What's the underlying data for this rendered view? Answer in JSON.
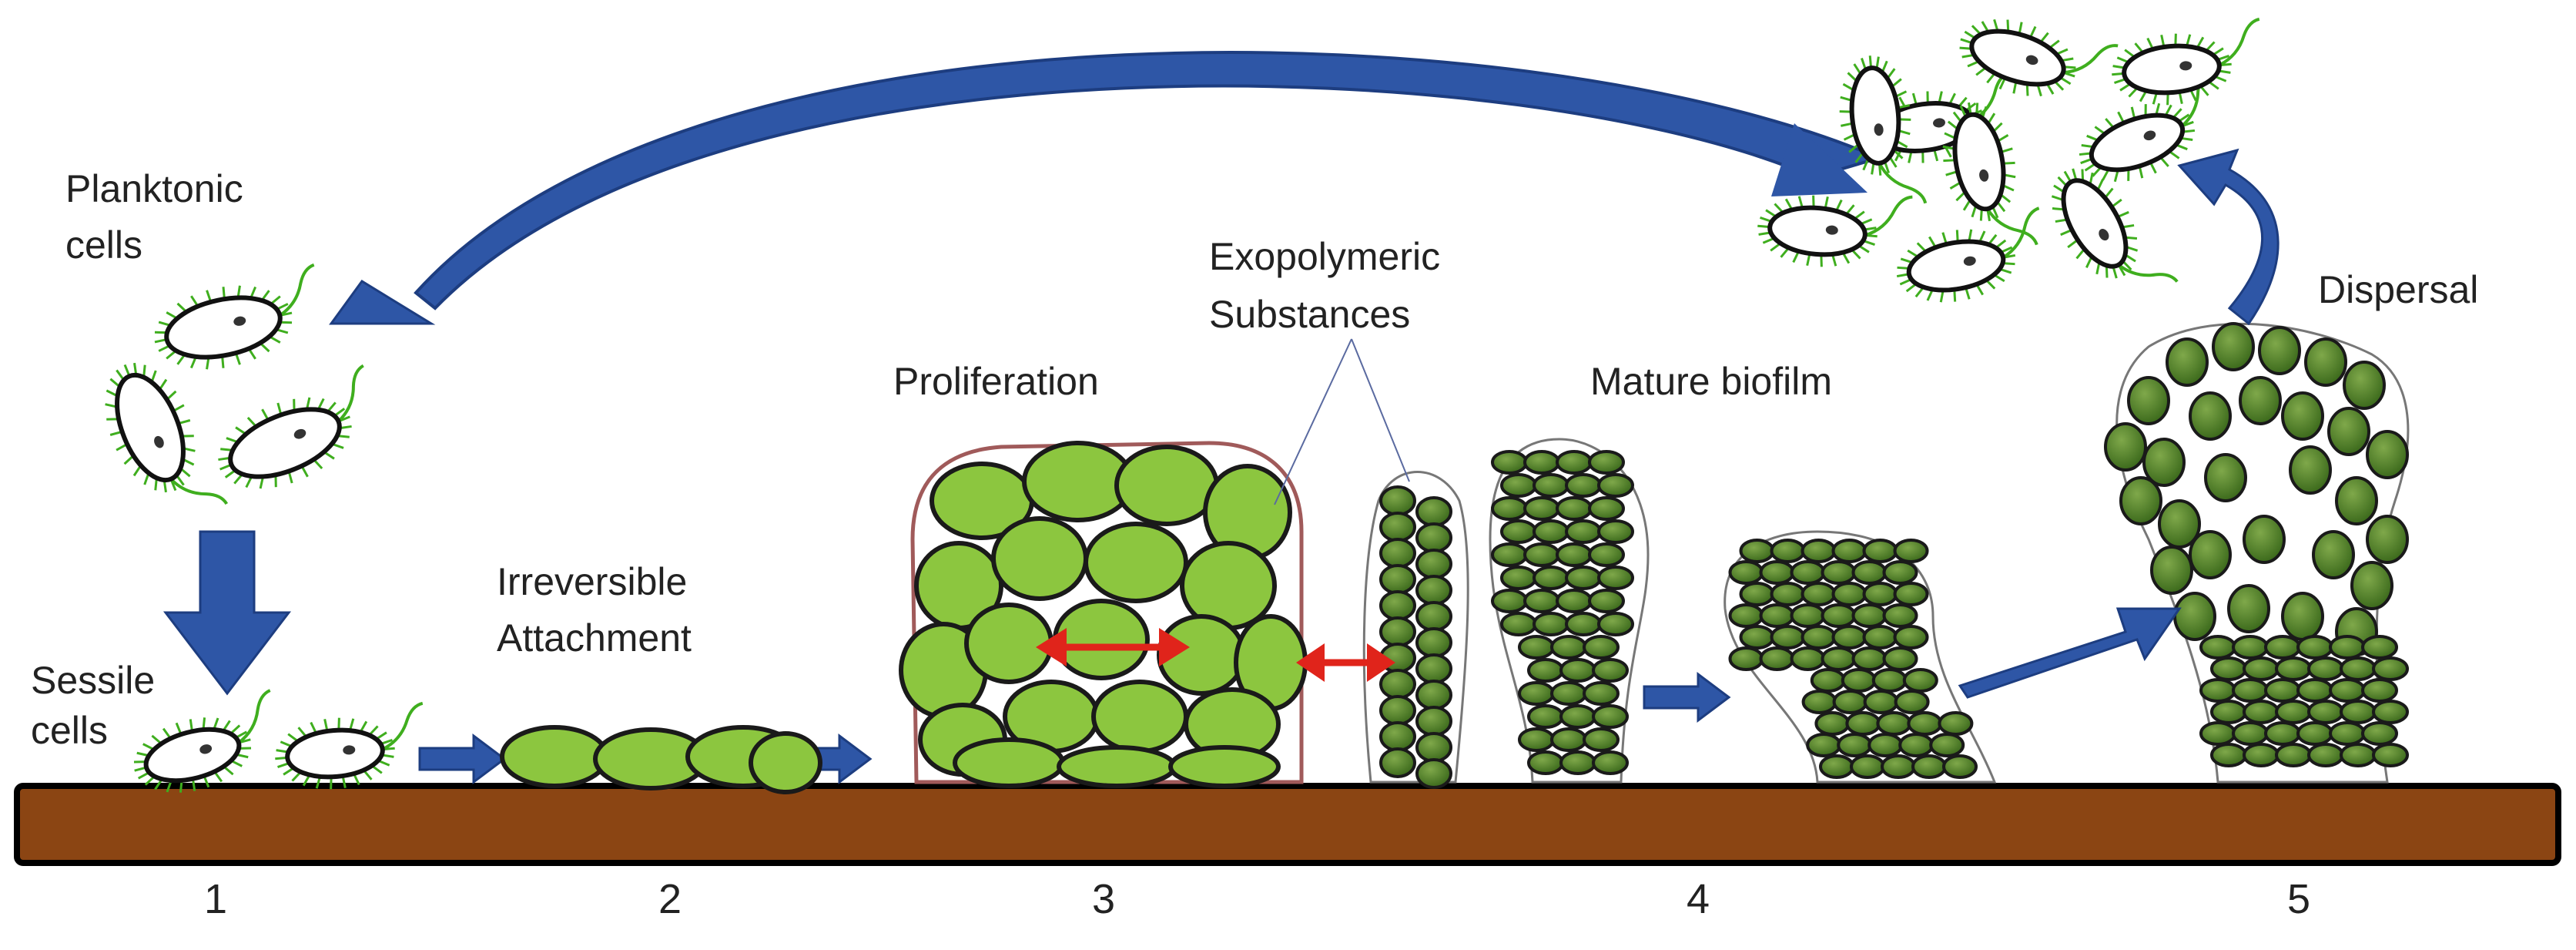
{
  "labels": {
    "planktonic_1": "Planktonic",
    "planktonic_2": "cells",
    "sessile_1": "Sessile",
    "sessile_2": "cells",
    "irreversible_1": "Irreversible",
    "irreversible_2": "Attachment",
    "proliferation": "Proliferation",
    "exopolymeric_1": "Exopolymeric",
    "exopolymeric_2": "Substances",
    "mature": "Mature biofilm",
    "dispersal": "Dispersal"
  },
  "stage_numbers": [
    "1",
    "2",
    "3",
    "4",
    "5"
  ],
  "colors": {
    "surface": "#8b4513",
    "cell_green": "#8cc63f",
    "cell_dark": "#4a7a22",
    "arrow_blue": "#2e56a6",
    "red_arrow": "#e0241b",
    "flagella": "#3fae1e",
    "eps_outline": "#a05a5a"
  }
}
